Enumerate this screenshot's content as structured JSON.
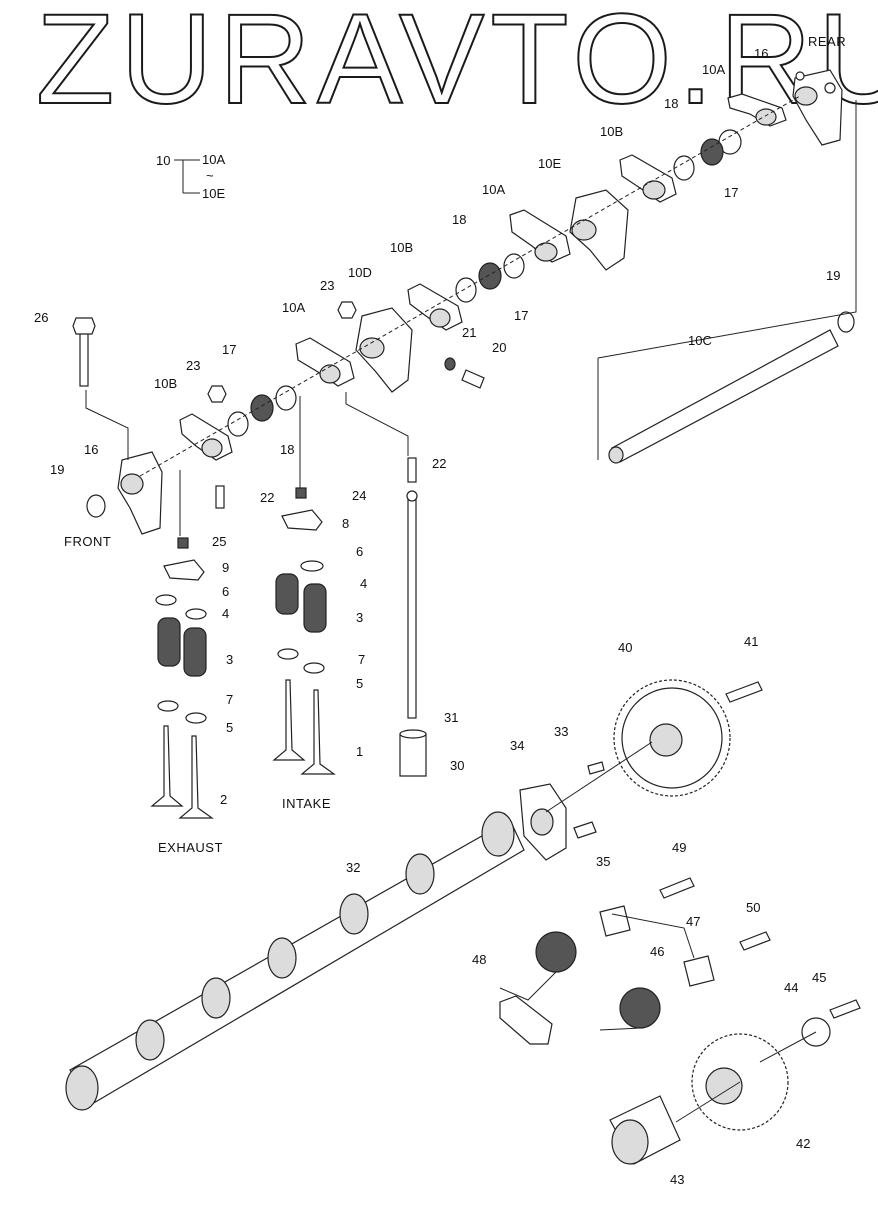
{
  "watermark": "ZURAVTO.RU",
  "group_key": {
    "parent": "10",
    "first": "10A",
    "tilde": "~",
    "last": "10E"
  },
  "captions": {
    "rear": "REAR",
    "front": "FRONT",
    "exhaust": "EXHAUST",
    "intake": "INTAKE"
  },
  "labels": {
    "l16r": "16",
    "l10ar": "10A",
    "l18a": "18",
    "l17a": "17",
    "l10br": "10B",
    "l10e": "10E",
    "l10am": "10A",
    "l18b": "18",
    "l10bm": "10B",
    "l17b": "17",
    "l19r": "19",
    "l10c": "10C",
    "l23b": "23",
    "l10d": "10D",
    "l21": "21",
    "l20": "20",
    "l26": "26",
    "l10al": "10A",
    "l23a": "23",
    "l17c": "17",
    "l10bl": "10B",
    "l18c": "18",
    "l16f": "16",
    "l19f": "19",
    "l22a": "22",
    "l22b": "22",
    "l24": "24",
    "l25": "25",
    "l8": "8",
    "l9": "9",
    "l6a": "6",
    "l4a": "4",
    "l3a": "3",
    "l7a": "7",
    "l5a": "5",
    "l2": "2",
    "l6b": "6",
    "l4b": "4",
    "l3b": "3",
    "l7b": "7",
    "l5b": "5",
    "l1": "1",
    "l31": "31",
    "l30": "30",
    "l40": "40",
    "l41": "41",
    "l33": "33",
    "l34": "34",
    "l35": "35",
    "l32": "32",
    "l49": "49",
    "l47": "47",
    "l50": "50",
    "l48": "48",
    "l46": "46",
    "l45": "45",
    "l44": "44",
    "l42": "42",
    "l43": "43"
  }
}
